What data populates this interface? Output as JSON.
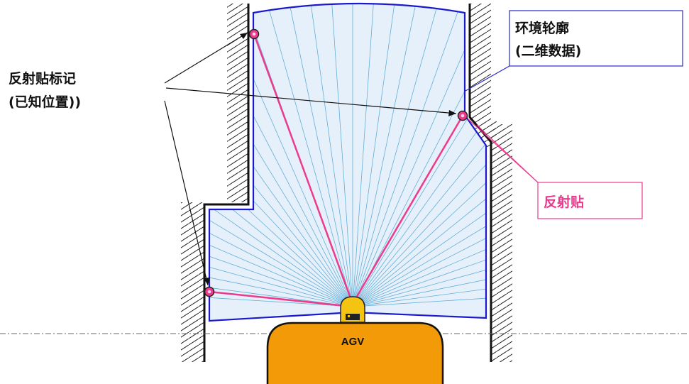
{
  "labels": {
    "reflector_markers_line1": "反射贴标记",
    "reflector_markers_line2": "(已知位置))",
    "env_contour_line1": "环境轮廓",
    "env_contour_line2": "(二维数据)",
    "reflector": "反射贴",
    "agv": "AGV"
  },
  "colors": {
    "scan_fill": "#e6f0fb",
    "scan_outline": "#1a1acc",
    "ray": "#63aed6",
    "reflector_line": "#ec3b8c",
    "agv_body": "#f29a07",
    "sensor": "#f5c311",
    "wall": "#111111",
    "hatch": "#222222",
    "callout_blue": "#2a2ac8",
    "callout_pink": "#ec3b8c"
  },
  "icons": {
    "reflector_marker": "reflector-dot-icon",
    "lidar_sensor": "lidar-sensor-icon"
  }
}
